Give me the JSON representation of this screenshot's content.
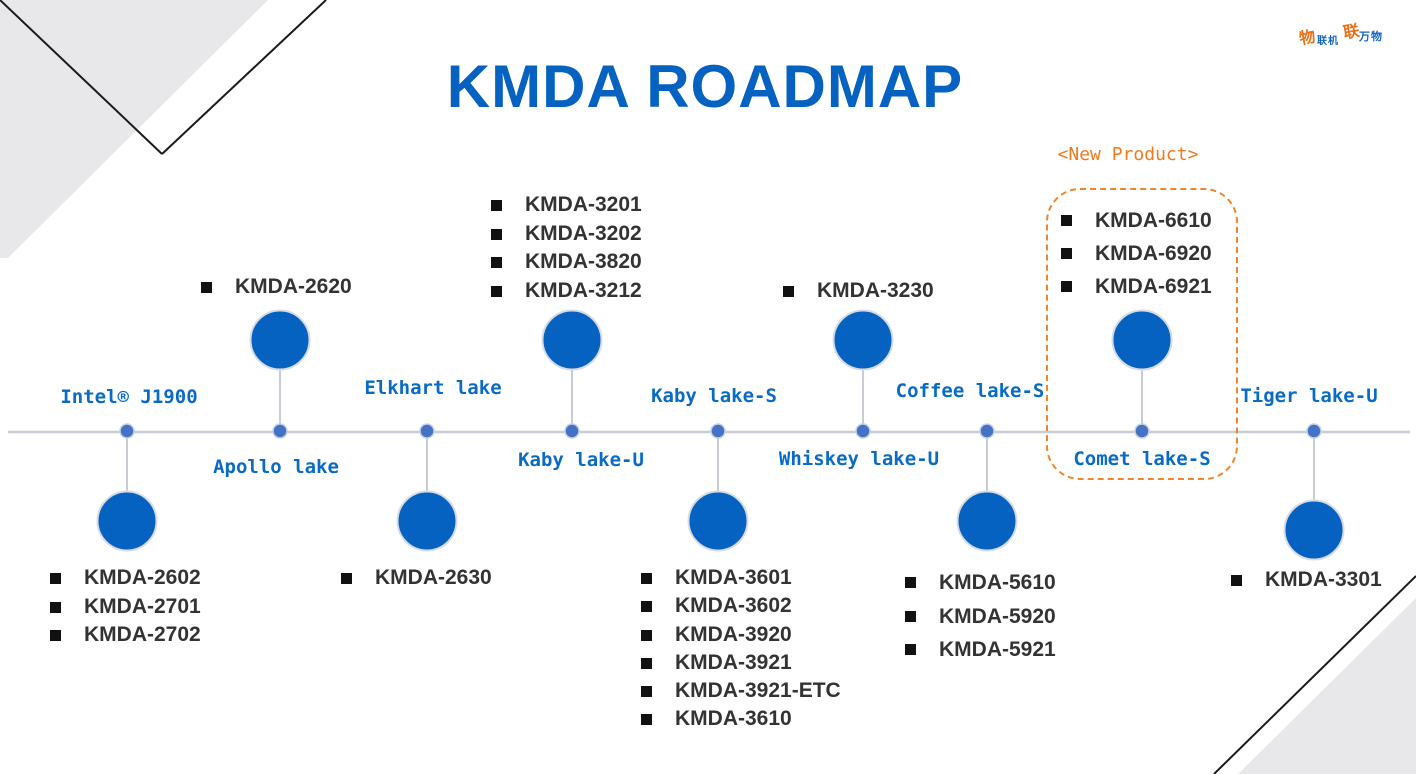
{
  "title": "KMDA ROADMAP",
  "logo": {
    "chars": [
      "物",
      "联",
      "机",
      "联",
      "万",
      "物"
    ]
  },
  "new_product_label": "<New Product>",
  "colors": {
    "title": "#0562C1",
    "node": "#0562C1",
    "axis": "#C7CCD6",
    "label": "#0A6BC6",
    "highlight": "#F07A1C"
  },
  "milestones": [
    {
      "platform": "Intel® J1900",
      "products": [
        "KMDA-2602",
        "KMDA-2701",
        "KMDA-2702"
      ]
    },
    {
      "platform": "Apollo lake",
      "products": [
        "KMDA-2620"
      ]
    },
    {
      "platform": "Elkhart lake",
      "products": [
        "KMDA-2630"
      ]
    },
    {
      "platform": "Kaby lake-U",
      "products": [
        "KMDA-3201",
        "KMDA-3202",
        "KMDA-3820",
        "KMDA-3212"
      ]
    },
    {
      "platform": "Kaby lake-S",
      "products": [
        "KMDA-3601",
        "KMDA-3602",
        "KMDA-3920",
        "KMDA-3921",
        "KMDA-3921-ETC",
        "KMDA-3610"
      ]
    },
    {
      "platform": "Whiskey lake-U",
      "products": [
        "KMDA-3230"
      ]
    },
    {
      "platform": "Coffee lake-S",
      "products": [
        "KMDA-5610",
        "KMDA-5920",
        "KMDA-5921"
      ]
    },
    {
      "platform": "Comet lake-S",
      "products": [
        "KMDA-6610",
        "KMDA-6920",
        "KMDA-6921"
      ],
      "new_product": true
    },
    {
      "platform": "Tiger lake-U",
      "products": [
        "KMDA-3301"
      ]
    }
  ]
}
